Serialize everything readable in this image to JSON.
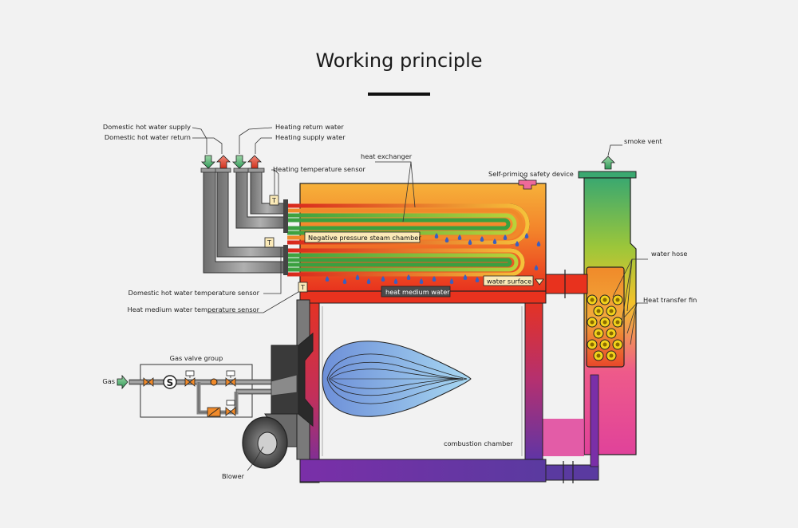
{
  "title": "Working principle",
  "labels": {
    "domestic_hot_water_supply": "Domestic hot water supply",
    "domestic_hot_water_return": "Domestic hot water return",
    "heating_return_water": "Heating return water",
    "heating_supply_water": "Heating supply water",
    "heating_temperature_sensor": "Heating temperature sensor",
    "heat_exchanger": "heat exchanger",
    "self_priming_safety_device": "Self-priming safety device",
    "smoke_vent": "smoke vent",
    "negative_pressure_steam_chamber": "Negative pressure steam chamber",
    "water_hose": "water hose",
    "heat_transfer_fin": "Heat transfer fin",
    "water_surface": "water surface",
    "heat_medium_water": "heat medium water",
    "domestic_hot_water_temperature_sensor": "Domestic hot water temperature sensor",
    "heat_medium_water_temperature_sensor": "Heat medium water temperature sensor",
    "gas_valve_group": "Gas valve group",
    "gas": "Gas",
    "combustion_chamber": "combustion chamber",
    "blower": "Blower",
    "sensor_mark": "T",
    "valve_s_mark": "S"
  },
  "colors": {
    "background": "#f2f2f2",
    "pipe_grey": "#8c8c8c",
    "arrow_green": "#3aa86a",
    "arrow_red": "#e0452a",
    "water_drop": "#3b5fc0",
    "flame_blue": "#7aa4e0",
    "chamber_orange": "#f39a2a",
    "chamber_red": "#e8321e",
    "purple": "#7a2fa8",
    "magenta": "#e0429a",
    "chimney_green": "#3aa870",
    "fin_yellow": "#f2d21a"
  },
  "icons": [
    "up-arrow-icon",
    "down-arrow-icon",
    "water-drop-icon",
    "solenoid-valve-icon",
    "ball-valve-icon",
    "flame-icon",
    "blower-fan-icon"
  ]
}
